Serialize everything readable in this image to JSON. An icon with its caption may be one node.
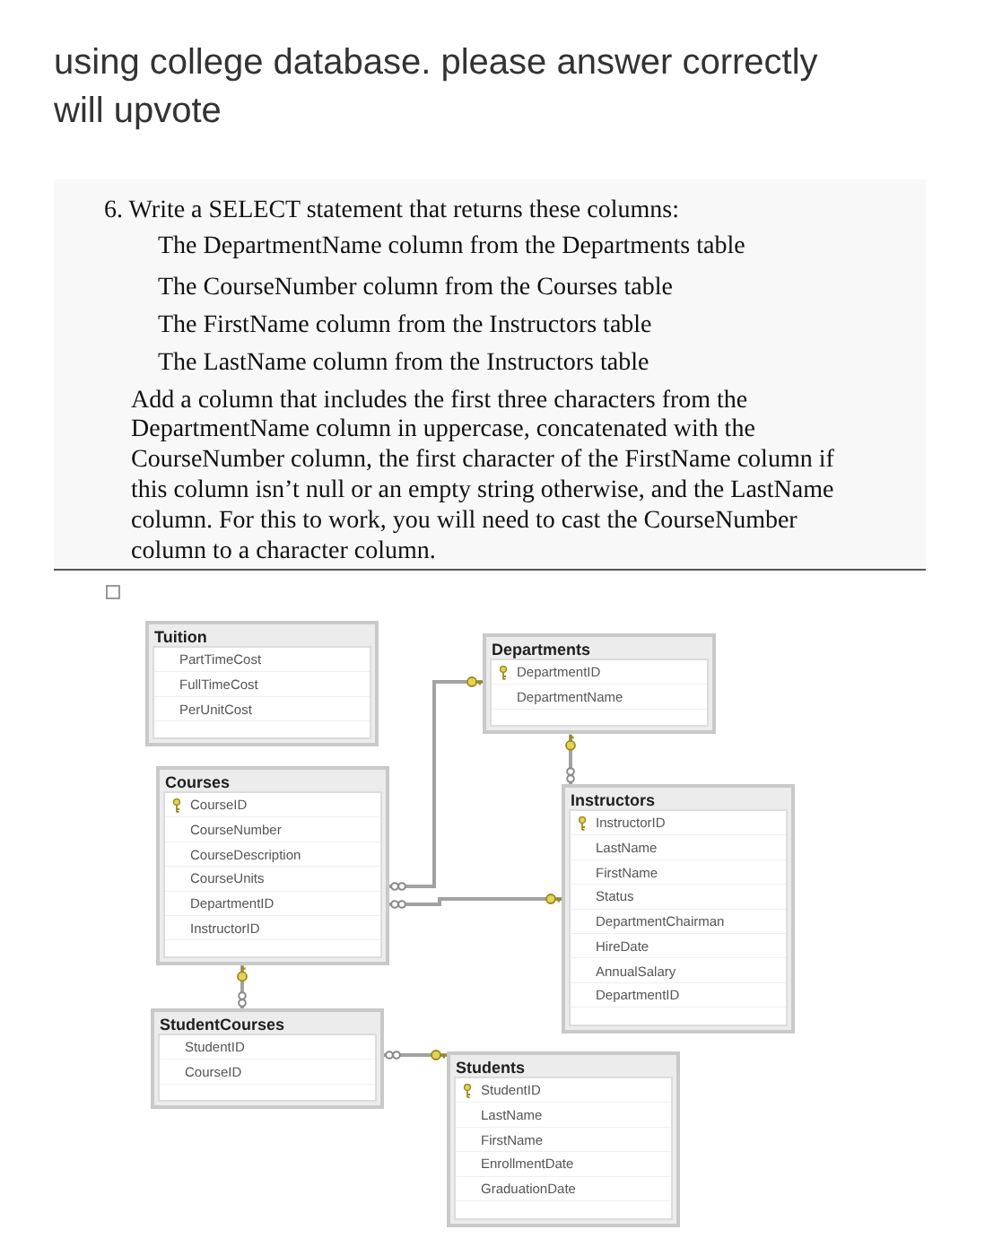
{
  "diagram": {
    "title": "using college database. please answer correctly will upvote",
    "nodes": [
      {
        "text": [
          "Tuition",
          "PartTimeCost",
          "FullTimeCost",
          "PerUnitCost"
        ]
      },
      {
        "text": [
          "Departments",
          "DepartmentID",
          "DepartmentName"
        ]
      },
      {
        "text": [
          "Courses",
          "CourseID",
          "CourseNumber",
          "CourseDescription",
          "CourseUnits",
          "DepartmentID",
          "InstructorID"
        ]
      },
      {
        "text": [
          "Instructors",
          "InstructorID",
          "LastName",
          "FirstName",
          "Status",
          "DepartmentChairman",
          "HireDate",
          "AnnualSalary",
          "DepartmentID"
        ]
      },
      {
        "text": [
          "StudentCourses",
          "StudentID",
          "CourseID"
        ]
      },
      {
        "text": [
          "Students",
          "StudentID",
          "LastName",
          "FirstName",
          "EnrollmentDate",
          "GraduationDate"
        ]
      }
    ],
    "edges": [
      {
        "from": 2,
        "to": 1,
        "arrow": "other"
      },
      {
        "from": 2,
        "to": 3,
        "arrow": "other"
      },
      {
        "from": 3,
        "to": 1,
        "arrow": "other"
      },
      {
        "from": 4,
        "to": 2,
        "arrow": "other"
      },
      {
        "from": 4,
        "to": 5,
        "arrow": "other"
      }
    ],
    "labels": [
      "6. Write a SELECT statement that returns these columns:",
      "The DepartmentName column from the Departments table",
      "The CourseNumber column from the Courses table",
      "The FirstName column from the Instructors table",
      "The LastName column from the Instructors table",
      "Add a column that includes the first three characters from the DepartmentName column in uppercase, concatenated with the CourseNumber column, the first character of the FirstName column if this column isn’t null or an empty string otherwise, and the LastName column. For this to work, you will need to cast the CourseNumber column to a character column."
    ]
  }
}
